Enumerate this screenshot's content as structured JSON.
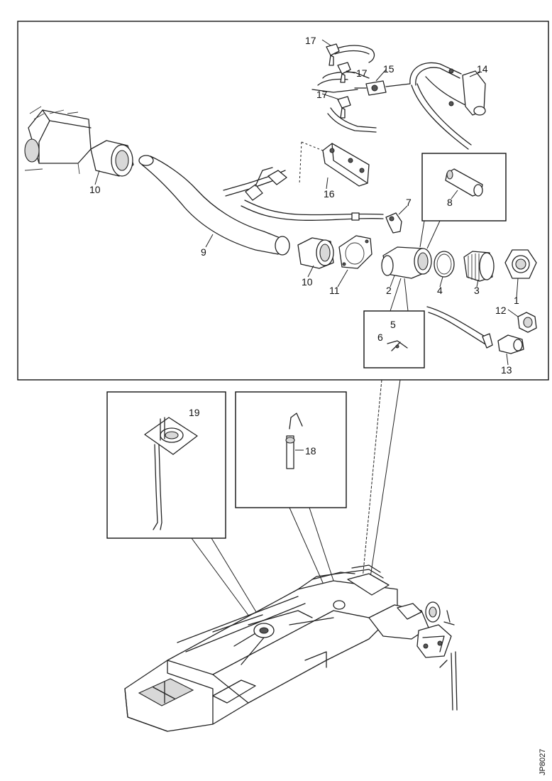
{
  "diagram": {
    "drawing_code": "JP8027",
    "callouts": {
      "c1": "1",
      "c2": "2",
      "c3": "3",
      "c4": "4",
      "c5": "5",
      "c6": "6",
      "c7": "7",
      "c8": "8",
      "c9": "9",
      "c10a": "10",
      "c10b": "10",
      "c11": "11",
      "c12": "12",
      "c13": "13",
      "c14": "14",
      "c15": "15",
      "c16": "16",
      "c17a": "17",
      "c17b": "17",
      "c17c": "17",
      "c18": "18",
      "c19": "19"
    }
  }
}
